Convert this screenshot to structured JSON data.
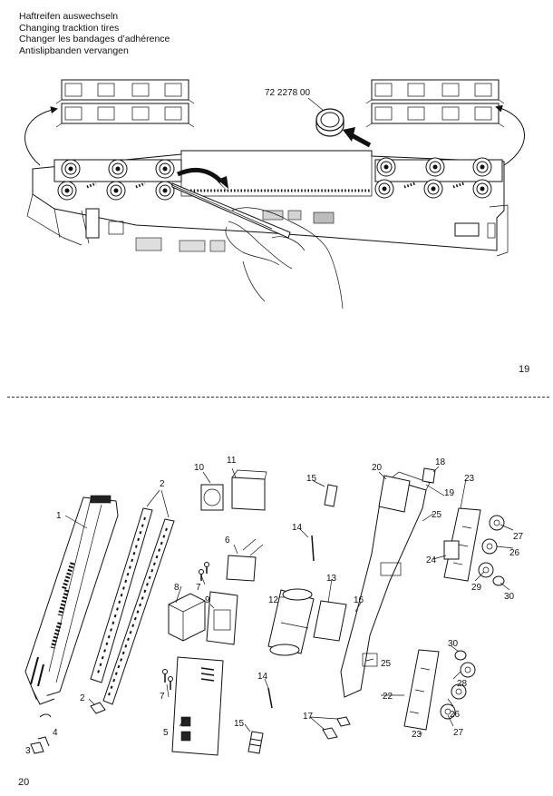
{
  "instructions": {
    "heading_de": "Haftreifen auswechseln",
    "heading_en": "Changing tracktion tires",
    "heading_fr": "Changer les bandages d’adhérence",
    "heading_nl": "Antislipbanden vervangen"
  },
  "tire_part_number": "72 2278 00",
  "page_numbers": {
    "upper": "19",
    "lower": "20"
  },
  "callouts": [
    {
      "id": "c1",
      "text": "1"
    },
    {
      "id": "c2",
      "text": "2"
    },
    {
      "id": "c2b",
      "text": "2"
    },
    {
      "id": "c3",
      "text": "3"
    },
    {
      "id": "c4",
      "text": "4"
    },
    {
      "id": "c5",
      "text": "5"
    },
    {
      "id": "c6",
      "text": "6"
    },
    {
      "id": "c7",
      "text": "7"
    },
    {
      "id": "c7b",
      "text": "7"
    },
    {
      "id": "c8",
      "text": "8"
    },
    {
      "id": "c9",
      "text": "9"
    },
    {
      "id": "c10",
      "text": "10"
    },
    {
      "id": "c11",
      "text": "11"
    },
    {
      "id": "c12",
      "text": "12"
    },
    {
      "id": "c13",
      "text": "13"
    },
    {
      "id": "c14",
      "text": "14"
    },
    {
      "id": "c14b",
      "text": "14"
    },
    {
      "id": "c15",
      "text": "15"
    },
    {
      "id": "c15b",
      "text": "15"
    },
    {
      "id": "c16",
      "text": "16"
    },
    {
      "id": "c17",
      "text": "17"
    },
    {
      "id": "c18",
      "text": "18"
    },
    {
      "id": "c19",
      "text": "19"
    },
    {
      "id": "c20",
      "text": "20"
    },
    {
      "id": "c22",
      "text": "22"
    },
    {
      "id": "c23",
      "text": "23"
    },
    {
      "id": "c23b",
      "text": "23"
    },
    {
      "id": "c24",
      "text": "24"
    },
    {
      "id": "c25",
      "text": "25"
    },
    {
      "id": "c25b",
      "text": "25"
    },
    {
      "id": "c26",
      "text": "26"
    },
    {
      "id": "c26b",
      "text": "26"
    },
    {
      "id": "c27",
      "text": "27"
    },
    {
      "id": "c27b",
      "text": "27"
    },
    {
      "id": "c28",
      "text": "28"
    },
    {
      "id": "c29",
      "text": "29"
    },
    {
      "id": "c30",
      "text": "30"
    },
    {
      "id": "c30b",
      "text": "30"
    }
  ]
}
